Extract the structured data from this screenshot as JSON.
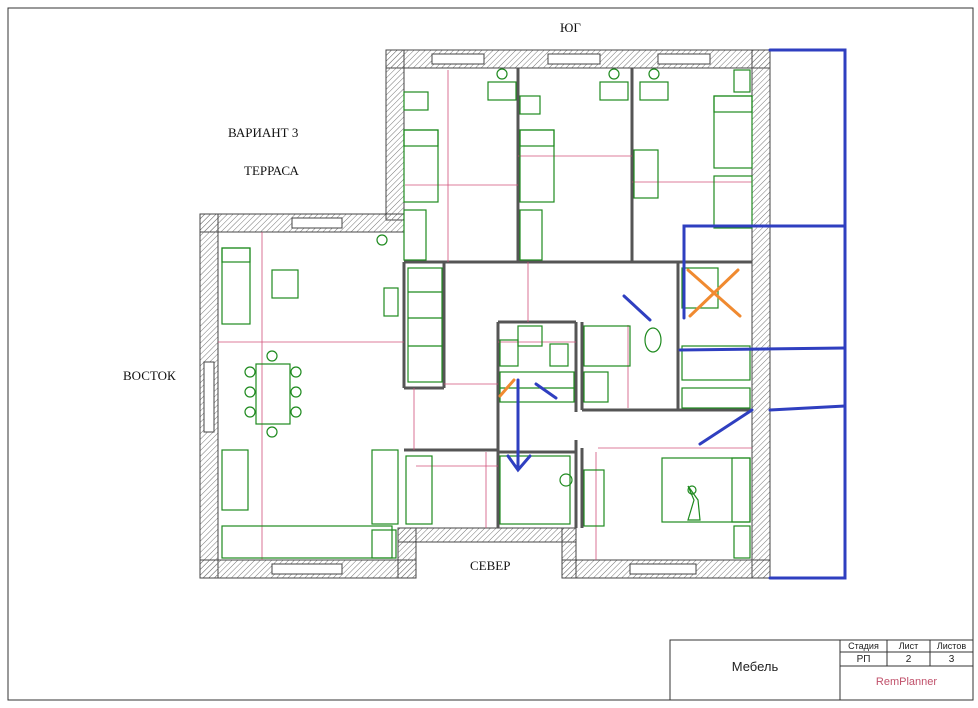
{
  "labels": {
    "south": "ЮГ",
    "north": "СЕВЕР",
    "east": "ВОСТОК",
    "variant": "ВАРИАНТ 3",
    "terrace": "ТЕРРАСА"
  },
  "title_block": {
    "sheet_name": "Мебель",
    "col_stage": "Стадия",
    "col_sheet": "Лист",
    "col_sheets": "Листов",
    "stage": "РП",
    "sheet": "2",
    "sheets": "3",
    "software": "RemPlanner"
  },
  "colors": {
    "wall": "#555555",
    "furniture": "#1e8a1e",
    "dimension": "#d0507a",
    "markup_blue": "#2f3fc0",
    "markup_orange": "#f08a30",
    "software_text": "#c0506a"
  }
}
